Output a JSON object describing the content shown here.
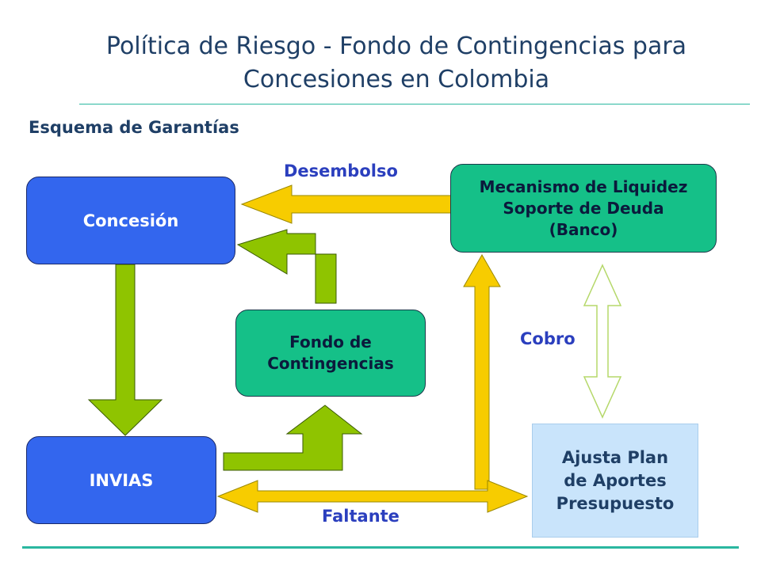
{
  "title": {
    "line1": "Política de Riesgo - Fondo de Contingencias para",
    "line2": "Concesiones en Colombia"
  },
  "subtitle": "Esquema de Garantías",
  "nodes": {
    "concesion": "Concesión",
    "invias": "INVIAS",
    "fondo": {
      "line1": "Fondo de",
      "line2": "Contingencias"
    },
    "mecanismo": {
      "line1": "Mecanismo de Liquidez",
      "line2": "Soporte de Deuda",
      "line3": "(Banco)"
    },
    "ajusta": {
      "line1": "Ajusta Plan",
      "line2": "de Aportes",
      "line3": "Presupuesto"
    }
  },
  "labels": {
    "desembolso": "Desembolso",
    "cobro": "Cobro",
    "faltante": "Faltante"
  },
  "colors": {
    "title": "#1f3f66",
    "blue_box": "#3366ee",
    "green_box": "#15c088",
    "light_box": "#c9e4fb",
    "label_text": "#2b3fbe",
    "arrow_yellow": "#f7cc00",
    "arrow_green": "#8fc400",
    "rule": "#2ab7a0"
  }
}
